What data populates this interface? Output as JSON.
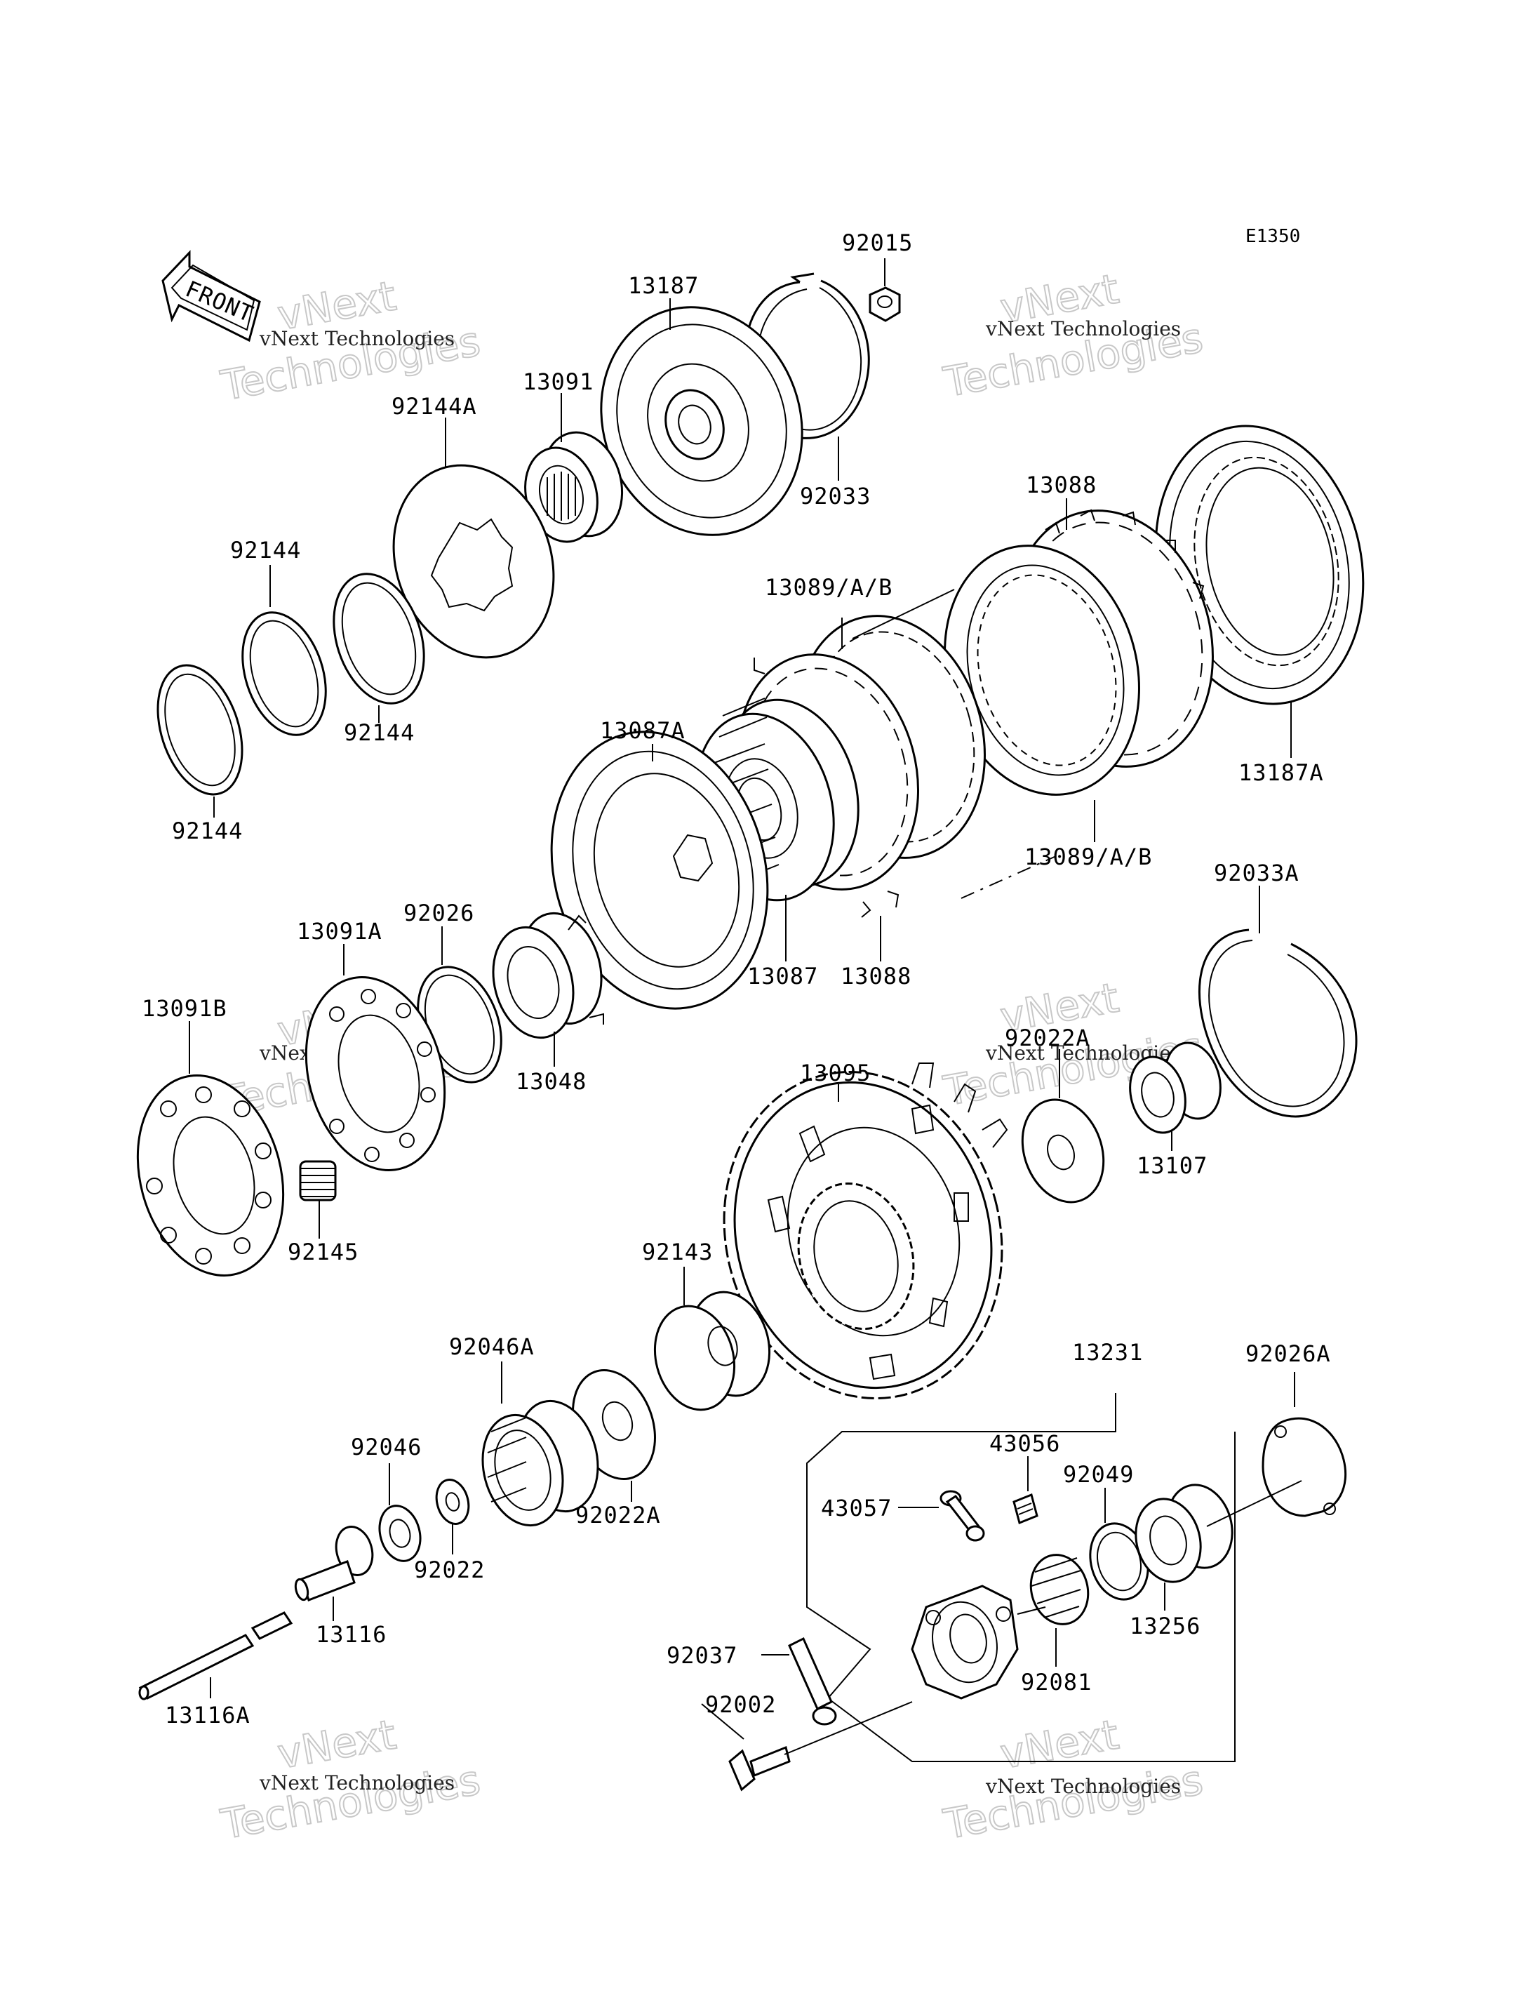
{
  "diagram_code": "E1350",
  "front_label": "FRONT",
  "watermark": {
    "small": "vNext Technologies",
    "big_line1": "vNext",
    "big_line2": "Technologies"
  },
  "parts": {
    "p92015": "92015",
    "p13187": "13187",
    "p13091": "13091",
    "p92144A": "92144A",
    "p92033": "92033",
    "p13088_top": "13088",
    "p92144_1": "92144",
    "p92144_2": "92144",
    "p92144_3": "92144",
    "p13089AB_top": "13089/A/B",
    "p13087A": "13087A",
    "p13187A": "13187A",
    "p13089AB_bottom": "13089/A/B",
    "p92033A": "92033A",
    "p13091A": "13091A",
    "p92026": "92026",
    "p13087": "13087",
    "p13088_bottom": "13088",
    "p13091B": "13091B",
    "p13048": "13048",
    "p13095": "13095",
    "p92022A_top": "92022A",
    "p13107": "13107",
    "p92145": "92145",
    "p92143": "92143",
    "p92046A": "92046A",
    "p13231": "13231",
    "p92026A": "92026A",
    "p43056": "43056",
    "p92046": "92046",
    "p92049": "92049",
    "p43057": "43057",
    "p92022A_bottom": "92022A",
    "p92022": "92022",
    "p13256": "13256",
    "p13116": "13116",
    "p92037": "92037",
    "p92081": "92081",
    "p92002": "92002",
    "p13116A": "13116A"
  }
}
